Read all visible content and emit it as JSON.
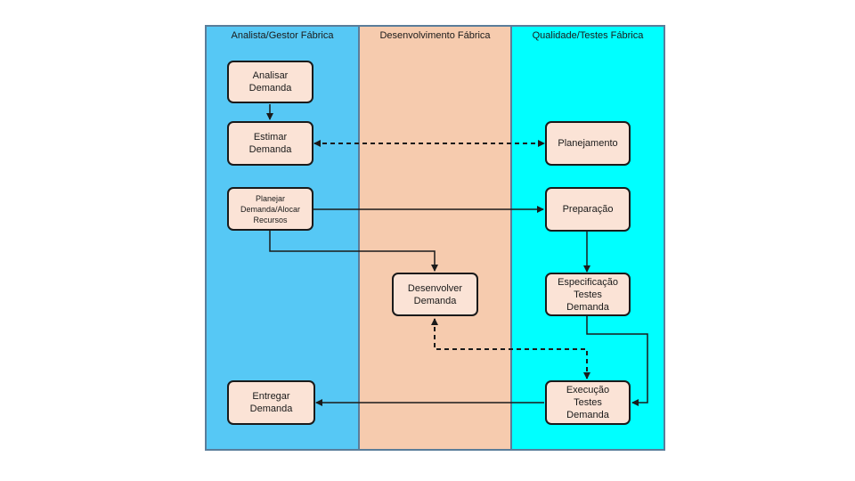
{
  "colors": {
    "lane_analista": "#56c8f5",
    "lane_desenvolvimento": "#f6cbae",
    "lane_qualidade": "#00ffff",
    "node_fill": "#fbe3d6"
  },
  "lanes": {
    "analista": {
      "title": "Analista/Gestor Fábrica"
    },
    "desenvolvimento": {
      "title": "Desenvolvimento Fábrica"
    },
    "qualidade": {
      "title": "Qualidade/Testes Fábrica"
    }
  },
  "nodes": {
    "analisar": "Analisar\nDemanda",
    "estimar": "Estimar\nDemanda",
    "planejar": "Planejar\nDemanda/Alocar\nRecursos",
    "entregar": "Entregar\nDemanda",
    "desenvolver": "Desenvolver\nDemanda",
    "planejamento": "Planejamento",
    "preparacao": "Preparação",
    "especificacao": "Especificação\nTestes\nDemanda",
    "execucao": "Execução\nTestes\nDemanda"
  }
}
